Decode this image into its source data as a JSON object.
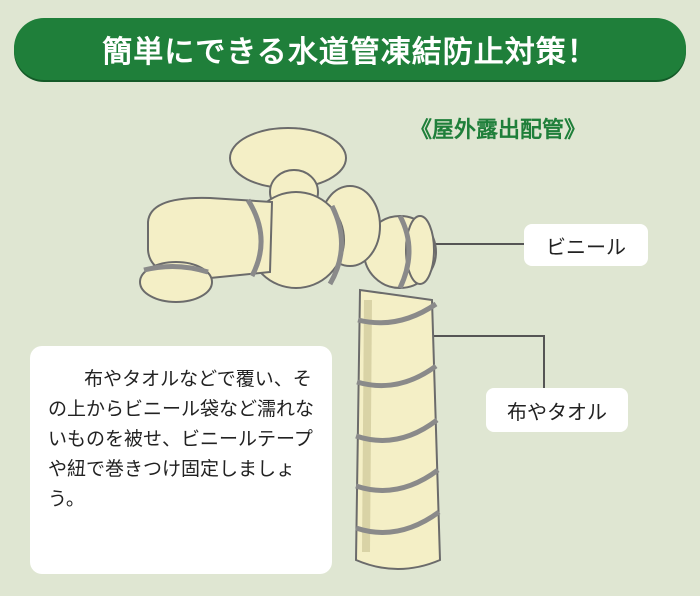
{
  "banner": {
    "title": "簡単にできる水道管凍結防止対策！"
  },
  "subtitle": "《屋外露出配管》",
  "labels": {
    "vinyl": "ビニール",
    "cloth": "布やタオル"
  },
  "note": {
    "text": "布やタオルなどで覆い、その上からビニール袋など濡れないものを被せ、ビニールテープや紐で巻きつけ固定しましょう。"
  },
  "colors": {
    "banner": "#1f7f3a",
    "background": "#dfe6d2",
    "wrap": "#f4efc6",
    "band": "#8a8a8a"
  }
}
